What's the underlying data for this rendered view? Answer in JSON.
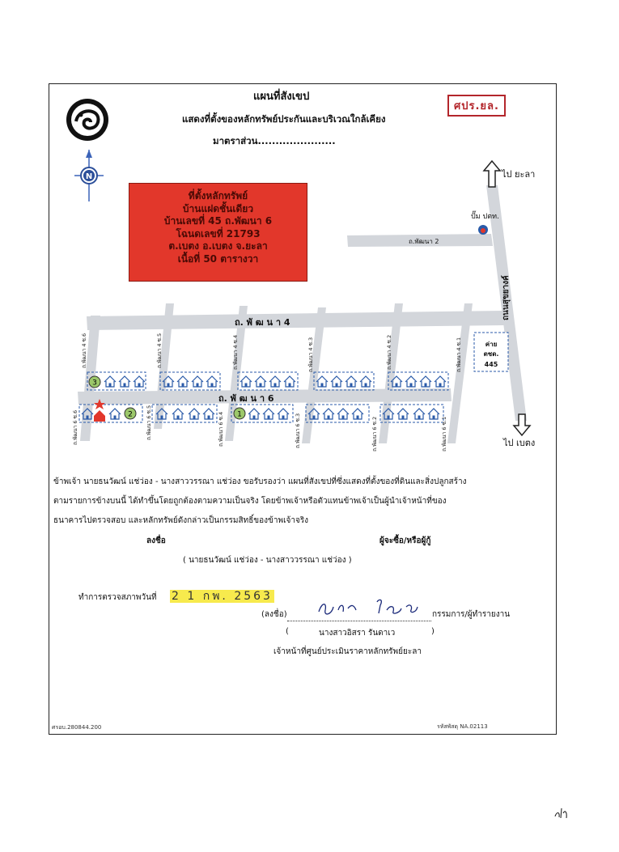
{
  "header": {
    "title": "แผนที่สังเขป",
    "subtitle": "แสดงที่ตั้งของหลักทรัพย์ประกันและบริเวณใกล้เคียง",
    "scale_label": "มาตราส่วน......................",
    "office_code": "ศปร.ยล."
  },
  "property_box": {
    "line1": "ที่ตั้งหลักทรัพย์",
    "line2": "บ้านแฝดชั้นเดียว",
    "line3": "บ้านเลขที่ 45 ถ.พัฒนา 6",
    "line4": "โฉนดเลขที่ 21793",
    "line5": "ต.เบตง อ.เบตง จ.ยะลา",
    "line6": "เนื้อที่ 50 ตารางวา"
  },
  "map": {
    "to_yala": "ไป ยะลา",
    "to_betong": "ไป เบตง",
    "gas_station": "ปั๊ม ปตท.",
    "road_phatthana2": "ถ.พัฒนา 2",
    "road_phatthana4": "ถ. พั ฒ น า 4",
    "road_phatthana6": "ถ. พั ฒ น า 6",
    "main_road": "ถนนสุขยางค์",
    "camp_label1": "ค่าย",
    "camp_label2": "ตชด.",
    "camp_label3": "445",
    "soi_p4_6": "ถ.พัฒนา 4 ซ.6",
    "soi_p4_5": "ถ.พัฒนา 4 ซ.5",
    "soi_p4_4": "ถ.พัฒนา 4 ซ.4",
    "soi_p4_3": "ถ.พัฒนา 4 ซ.3",
    "soi_p4_2": "ถ.พัฒนา 4 ซ.2",
    "soi_p4_1": "ถ.พัฒนา 4 ซ.1",
    "soi_p6_6": "ถ.พัฒนา 6 ซ.6",
    "soi_p6_5": "ถ.พัฒนา 6 ซ.5",
    "soi_p6_4": "ถ.พัฒนา 6 ซ.4",
    "soi_p6_3": "ถ.พัฒนา 6 ซ.3",
    "soi_p6_2": "ถ.พัฒนา 6 ซ.2",
    "soi_p6_1": "ถ.พัฒนา 6 ซ.1",
    "marker1": "1",
    "marker2": "2",
    "marker3": "3"
  },
  "statement": {
    "line1": "ข้าพเจ้า  นายธนวัฒน์ แช่ว่อง - นางสาววรรณา แช่ว่อง   ขอรับรองว่า แผนที่สังเขปที่ซึ่งแสดงที่ตั้งของที่ดินและสิ่งปลูกสร้าง",
    "line2": "ตามรายการข้างบนนี้  ได้ทำขึ้นโดยถูกต้องตามความเป็นจริง      โดยข้าพเจ้าหรือตัวแทนข้าพเจ้าเป็นผู้นำเจ้าหน้าที่ของ",
    "line3": "ธนาคารไปตรวจสอบ  และหลักทรัพย์ดังกล่าวเป็นกรรมสิทธิ์ของข้าพเจ้าจริง",
    "sign_label": "ลงชื่อ",
    "borrower_label": "ผู้จะซื้อ/หรือผู้กู้",
    "borrower_names": "( นายธนวัฒน์ แช่ว่อง - นางสาววรรณา แช่ว่อง )"
  },
  "inspection": {
    "label": "ทำการตรวจสภาพวันที่",
    "date": "2 1 กพ. 2563"
  },
  "signature": {
    "sign_label": "(ลงชื่อ)",
    "role": "กรรมการ/ผู้ทำรายงาน",
    "name_open": "(",
    "name": "นางสาวอิสรา รันดาเว",
    "name_close": ")",
    "position": "เจ้าหน้าที่ศูนย์ประเมินราคาหลักทรัพย์ยะลา"
  },
  "footer": {
    "left_code": "ศรอบ.280844.200",
    "right_code": "รหัสพัสดุ NA.02113"
  }
}
